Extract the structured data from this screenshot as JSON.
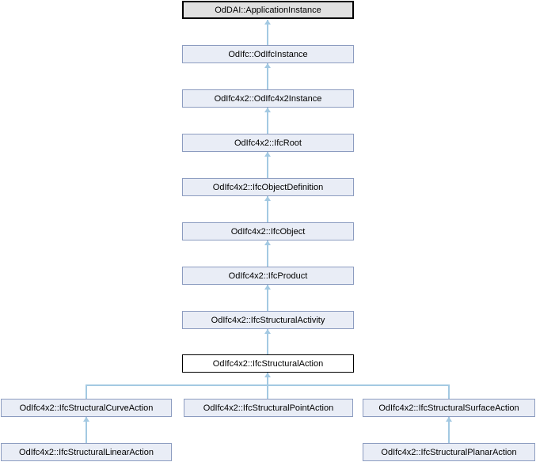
{
  "diagram": {
    "type": "class-inheritance-diagram",
    "current_class": "OdIfc4x2::IfcStructuralAction",
    "nodes": [
      {
        "label": "OdDAI::ApplicationInstance",
        "role": "external-base"
      },
      {
        "label": "OdIfc::OdIfcInstance",
        "role": "ancestor"
      },
      {
        "label": "OdIfc4x2::OdIfc4x2Instance",
        "role": "ancestor"
      },
      {
        "label": "OdIfc4x2::IfcRoot",
        "role": "ancestor"
      },
      {
        "label": "OdIfc4x2::IfcObjectDefinition",
        "role": "ancestor"
      },
      {
        "label": "OdIfc4x2::IfcObject",
        "role": "ancestor"
      },
      {
        "label": "OdIfc4x2::IfcProduct",
        "role": "ancestor"
      },
      {
        "label": "OdIfc4x2::IfcStructuralActivity",
        "role": "ancestor"
      },
      {
        "label": "OdIfc4x2::IfcStructuralAction",
        "role": "current"
      },
      {
        "label": "OdIfc4x2::IfcStructuralCurveAction",
        "role": "subclass"
      },
      {
        "label": "OdIfc4x2::IfcStructuralPointAction",
        "role": "subclass"
      },
      {
        "label": "OdIfc4x2::IfcStructuralSurfaceAction",
        "role": "subclass"
      },
      {
        "label": "OdIfc4x2::IfcStructuralLinearAction",
        "role": "sub-subclass"
      },
      {
        "label": "OdIfc4x2::IfcStructuralPlanarAction",
        "role": "sub-subclass"
      }
    ],
    "edges": [
      {
        "derived": "OdIfc::OdIfcInstance",
        "base": "OdDAI::ApplicationInstance"
      },
      {
        "derived": "OdIfc4x2::OdIfc4x2Instance",
        "base": "OdIfc::OdIfcInstance"
      },
      {
        "derived": "OdIfc4x2::IfcRoot",
        "base": "OdIfc4x2::OdIfc4x2Instance"
      },
      {
        "derived": "OdIfc4x2::IfcObjectDefinition",
        "base": "OdIfc4x2::IfcRoot"
      },
      {
        "derived": "OdIfc4x2::IfcObject",
        "base": "OdIfc4x2::IfcObjectDefinition"
      },
      {
        "derived": "OdIfc4x2::IfcProduct",
        "base": "OdIfc4x2::IfcObject"
      },
      {
        "derived": "OdIfc4x2::IfcStructuralActivity",
        "base": "OdIfc4x2::IfcProduct"
      },
      {
        "derived": "OdIfc4x2::IfcStructuralAction",
        "base": "OdIfc4x2::IfcStructuralActivity"
      },
      {
        "derived": "OdIfc4x2::IfcStructuralCurveAction",
        "base": "OdIfc4x2::IfcStructuralAction"
      },
      {
        "derived": "OdIfc4x2::IfcStructuralPointAction",
        "base": "OdIfc4x2::IfcStructuralAction"
      },
      {
        "derived": "OdIfc4x2::IfcStructuralSurfaceAction",
        "base": "OdIfc4x2::IfcStructuralAction"
      },
      {
        "derived": "OdIfc4x2::IfcStructuralLinearAction",
        "base": "OdIfc4x2::IfcStructuralCurveAction"
      },
      {
        "derived": "OdIfc4x2::IfcStructuralPlanarAction",
        "base": "OdIfc4x2::IfcStructuralSurfaceAction"
      }
    ],
    "colors": {
      "ancestor_fill": "#e9edf6",
      "ancestor_border": "#8c9cc0",
      "external_fill": "#e0e0e0",
      "external_border": "#000000",
      "current_fill": "#ffffff",
      "current_border": "#000000",
      "edge": "#a3c9e2",
      "text": "#000000",
      "background": "#ffffff"
    }
  }
}
